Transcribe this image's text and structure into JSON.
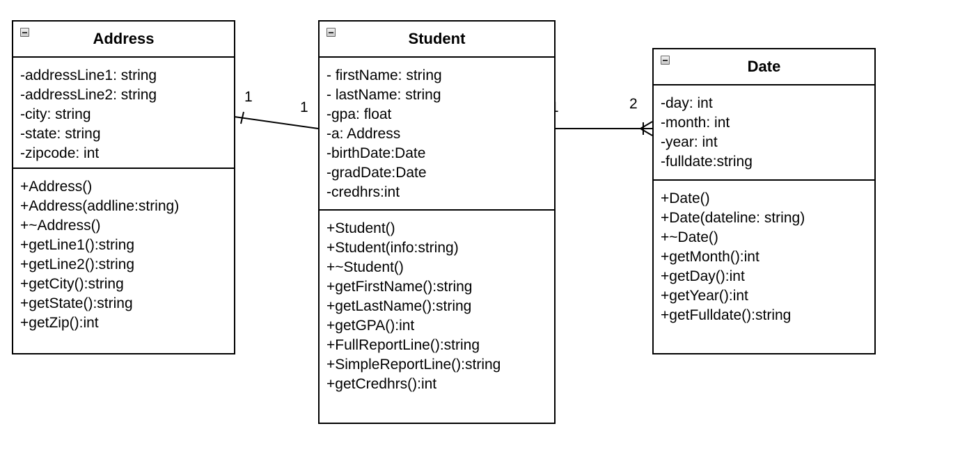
{
  "classes": {
    "address": {
      "name": "Address",
      "attributes": [
        "-addressLine1: string",
        "-addressLine2: string",
        "-city: string",
        "-state: string",
        "-zipcode: int"
      ],
      "methods": [
        "+Address()",
        "+Address(addline:string)",
        "+~Address()",
        "+getLine1():string",
        "+getLine2():string",
        "+getCity():string",
        "+getState():string",
        "+getZip():int"
      ]
    },
    "student": {
      "name": "Student",
      "attributes": [
        "- firstName: string",
        "- lastName: string",
        "-gpa: float",
        "-a: Address",
        "-birthDate:Date",
        "-gradDate:Date",
        "-credhrs:int"
      ],
      "methods": [
        "+Student()",
        "+Student(info:string)",
        "+~Student()",
        "+getFirstName():string",
        "+getLastName():string",
        "+getGPA():int",
        "+FullReportLine():string",
        "+SimpleReportLine():string",
        "+getCredhrs():int"
      ]
    },
    "date": {
      "name": "Date",
      "attributes": [
        "-day: int",
        "-month: int",
        "-year: int",
        "-fulldate:string"
      ],
      "methods": [
        "+Date()",
        "+Date(dateline: string)",
        "+~Date()",
        "+getMonth():int",
        "+getDay():int",
        "+getYear():int",
        "+getFulldate():string"
      ]
    }
  },
  "associations": {
    "address_student": {
      "address_end": "1",
      "student_end": "1"
    },
    "student_date": {
      "student_end": "1",
      "date_end": "2"
    }
  }
}
